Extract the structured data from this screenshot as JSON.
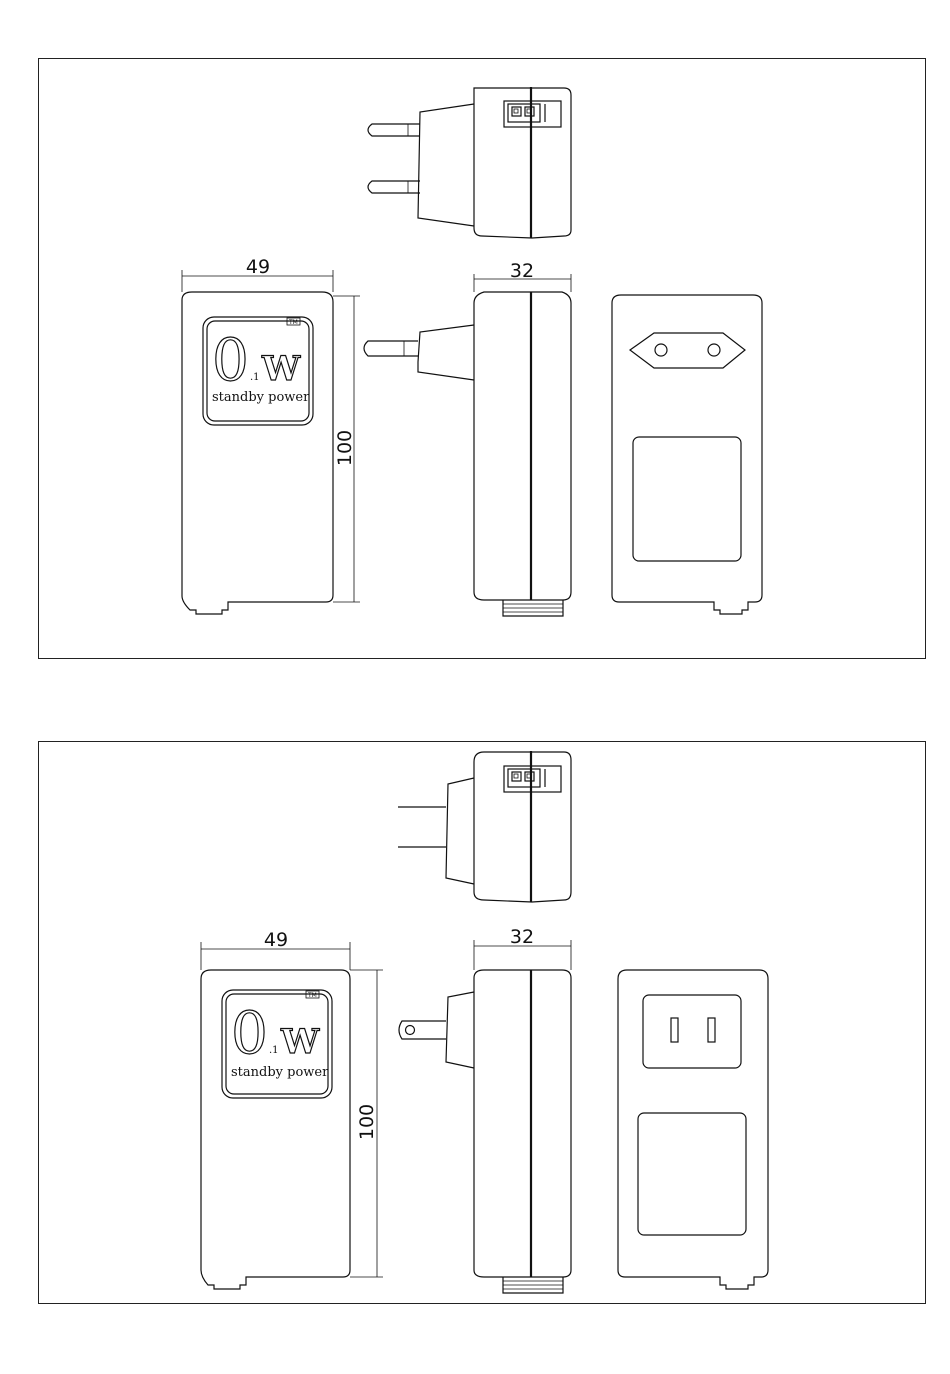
{
  "eu_panel": {
    "front_width_label": "49",
    "side_depth_label": "32",
    "height_label": "100",
    "logo": {
      "big_digit": "0",
      "small_digit": ".1",
      "unit": "W",
      "caption": "standby power",
      "badge": "TM"
    }
  },
  "us_panel": {
    "front_width_label": "49",
    "side_depth_label": "32",
    "height_label": "100",
    "logo": {
      "big_digit": "0",
      "small_digit": ".1",
      "unit": "W",
      "caption": "standby power",
      "badge": "TM"
    }
  }
}
